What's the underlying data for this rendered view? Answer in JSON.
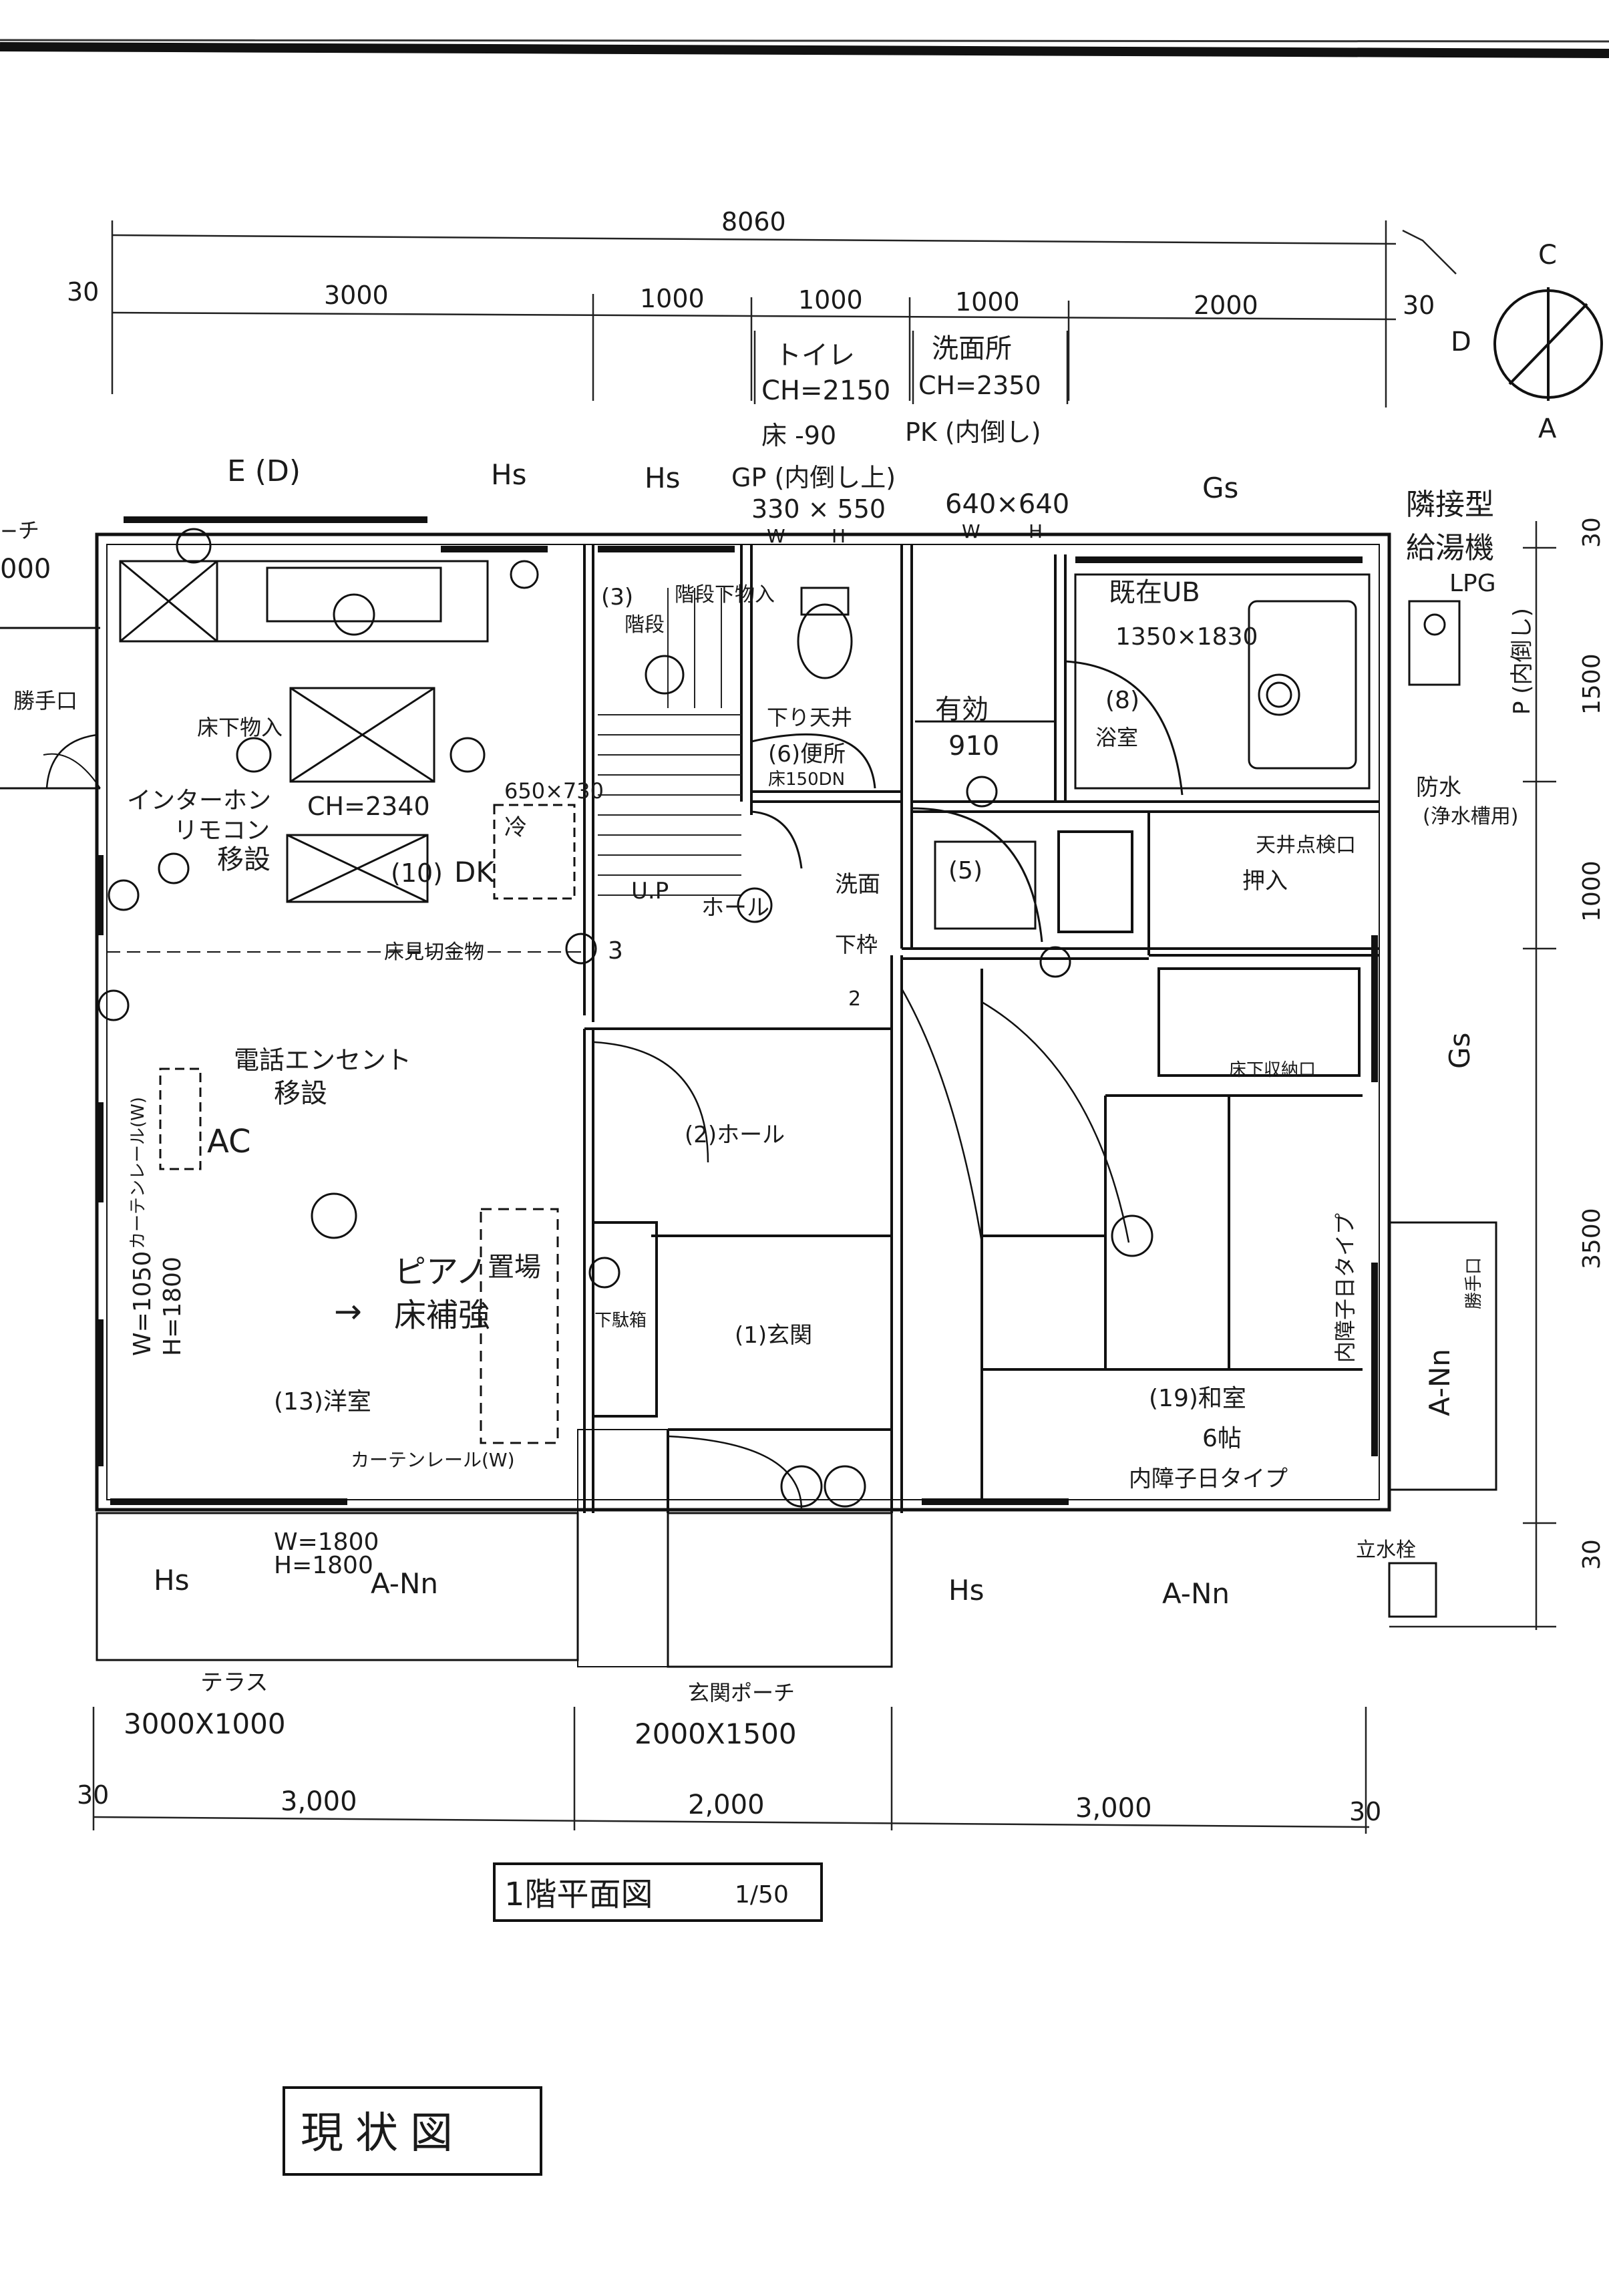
{
  "dimensions": {
    "total_width": "8060",
    "top_left_margin": "30",
    "top_right_margin": "30",
    "top_segments": [
      "3000",
      "1000",
      "1000",
      "1000",
      "2000"
    ],
    "bottom_left_margin": "30",
    "bottom_right_margin": "30",
    "bottom_segments": [
      "3,000",
      "2,000",
      "3,000"
    ],
    "right_segments": [
      "30",
      "1500",
      "1000",
      "3500",
      "30"
    ],
    "left_partial": "000"
  },
  "compass": {
    "top": "C",
    "left": "D",
    "bottom": "A"
  },
  "top_notes": {
    "toilet": "トイレ",
    "toilet_ch": "CH=2150",
    "washroom": "洗面所",
    "washroom_ch": "CH=2350",
    "floor_note": "床 -90",
    "pk_note": "PK (内倒し)"
  },
  "exterior_labels": {
    "e_d": "E (D)",
    "hs_top1": "Hs",
    "hs_top2": "Hs",
    "gp": "GP (内倒し上)",
    "gp_size": "330 × 550",
    "w_small": "W",
    "h_small": "H",
    "window_640": "640×640",
    "w_small2": "W",
    "h_small2": "H",
    "gs_top": "Gs",
    "gs_right": "Gs",
    "water_heater": "隣接型\n給湯機\nLPG",
    "p_note": "P (内倒し)",
    "waterproof": "防水",
    "waterproof_sub": "(浄水槽用)",
    "hs_bottom_left": "Hs",
    "ann_bottom_left": "A-Nn",
    "hs_bottom_right": "Hs",
    "ann_bottom_right": "A-Nn",
    "ann_right": "A-Nn",
    "standpipe": "立水栓",
    "left_partial_label": "−チ",
    "left_door": "勝手口"
  },
  "rooms": {
    "stair_num": "(3)",
    "stair_storage": "階段下物入",
    "stair_label": "階段",
    "up_label": "U.P",
    "toilet_num": "(6)便所",
    "toilet_ceiling": "下り天井",
    "toilet_sub": "床150DN",
    "effective": "有効",
    "effective_val": "910",
    "wash_num": "(5)",
    "wash_sink": "洗面",
    "wash_sub": "下枠",
    "bath_existing": "既在UB",
    "bath_size": "1350×1830",
    "bath_num": "(8)",
    "bath_room": "浴室",
    "hall": "(2)ホール",
    "hall_side": "ホール",
    "entry": "(1)玄関",
    "shoes": "下駄箱",
    "closet": "押入",
    "ceiling_check": "天井点検口",
    "under_floor": "床下収納口",
    "japanese_num": "(19)和室",
    "japanese_tatami": "6帖",
    "japanese_type": "内障子日タイプ",
    "japanese_type_side": "内障子日タイプ",
    "dk_num": "(10)",
    "dk": "DK",
    "dk_ch": "CH=2340",
    "floor_storage": "床下物入",
    "fridge": "冷",
    "fridge_size": "650×730",
    "intercom": "インターホン",
    "remote": "リモコン",
    "relocate": "移設",
    "floor_metal": "床見切金物",
    "phone_outlet": "電話エンセント",
    "relocate2": "移設",
    "ac": "AC",
    "curtain_v": "カーテンレール(W)",
    "window_v": "W=1050",
    "window_v2": "H=1800",
    "piano": "ピアノ",
    "piano_place": "置場",
    "floor_reinforce": "床補強",
    "arrow_note": "→",
    "western": "(13)洋室",
    "curtain_h": "カーテンレール(W)",
    "window_b": "W=1800",
    "window_b2": "H=1800",
    "num_3": "3",
    "num_2": "2",
    "wall_side": "勝手口"
  },
  "outside": {
    "terrace": "テラス",
    "terrace_size": "3000X1000",
    "porch": "玄関ポーチ",
    "porch_size": "2000X1500"
  },
  "title_block": {
    "title": "1階平面図",
    "scale": "1/50",
    "status": "現状図"
  }
}
